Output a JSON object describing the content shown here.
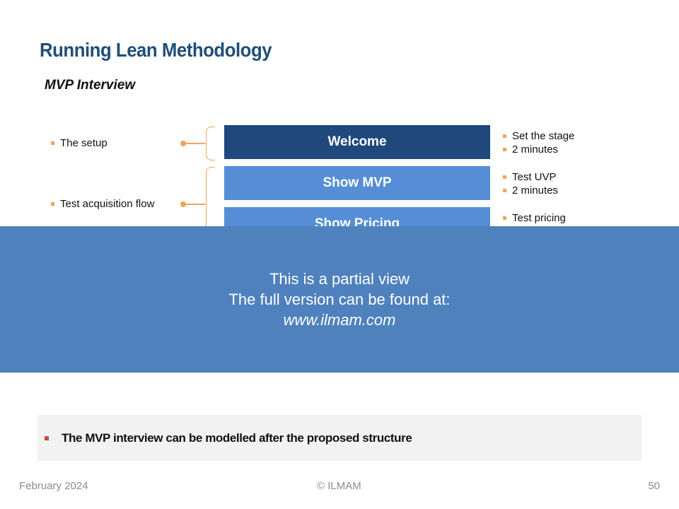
{
  "title": "Running Lean Methodology",
  "subtitle": "MVP Interview",
  "left_items": [
    {
      "label": "The setup"
    },
    {
      "label": "Test acquisition flow"
    }
  ],
  "stages": [
    {
      "label": "Welcome",
      "details": [
        "Set the stage",
        "2 minutes"
      ]
    },
    {
      "label": "Show MVP",
      "details": [
        "Test UVP",
        "2 minutes"
      ]
    },
    {
      "label": "Show Pricing",
      "details": [
        "Test pricing"
      ]
    }
  ],
  "overlay": {
    "line1": "This is a partial view",
    "line2": "The full version can be found at:",
    "url": "www.ilmam.com"
  },
  "note": "The MVP interview can be modelled after the proposed structure",
  "footer": {
    "date": "February 2024",
    "copyright": "© ILMAM",
    "page": "50"
  },
  "colors": {
    "title": "#1f4e79",
    "stage_dark": "#1f497d",
    "stage_light": "#558ed5",
    "accent_orange": "#f0a35a",
    "overlay": "#4f81bd",
    "note_bullet": "#c0504d"
  }
}
